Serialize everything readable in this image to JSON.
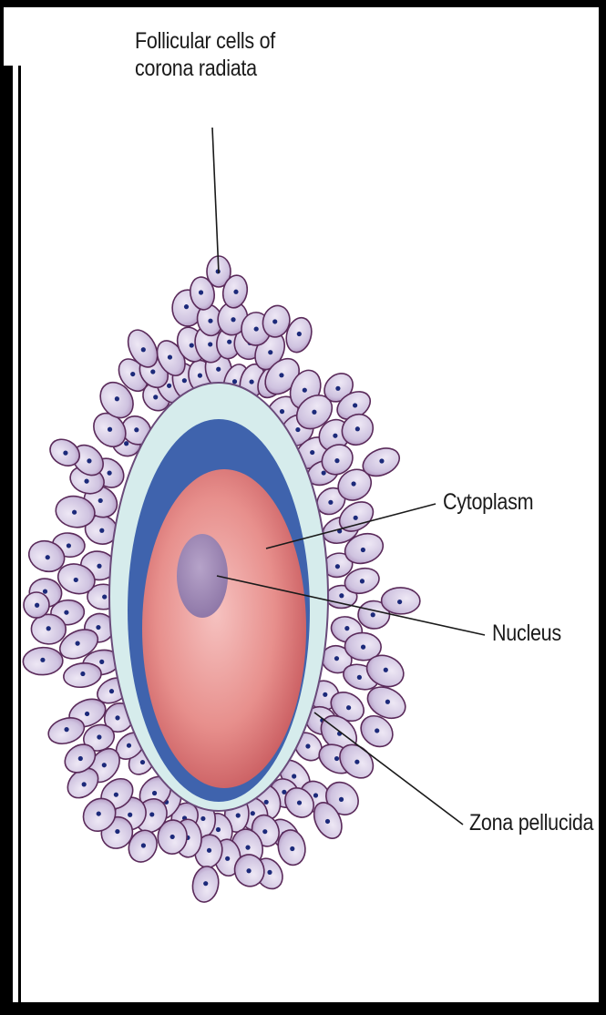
{
  "labels": {
    "corona_line1": "Follicular cells of",
    "corona_line2": "corona radiata",
    "cytoplasm": "Cytoplasm",
    "nucleus": "Nucleus",
    "zona": "Zona pellucida"
  },
  "colors": {
    "border": "#000000",
    "cell_fill": "#d8cfe6",
    "cell_stroke": "#5a2a5a",
    "cell_nucleus": "#1c2a7a",
    "zona_outer": "#d6ecec",
    "perivitelline": "#3f63ad",
    "cytoplasm": "#e07a7a",
    "nucleus": "#9b86b3",
    "leader": "#1a1a1a"
  }
}
